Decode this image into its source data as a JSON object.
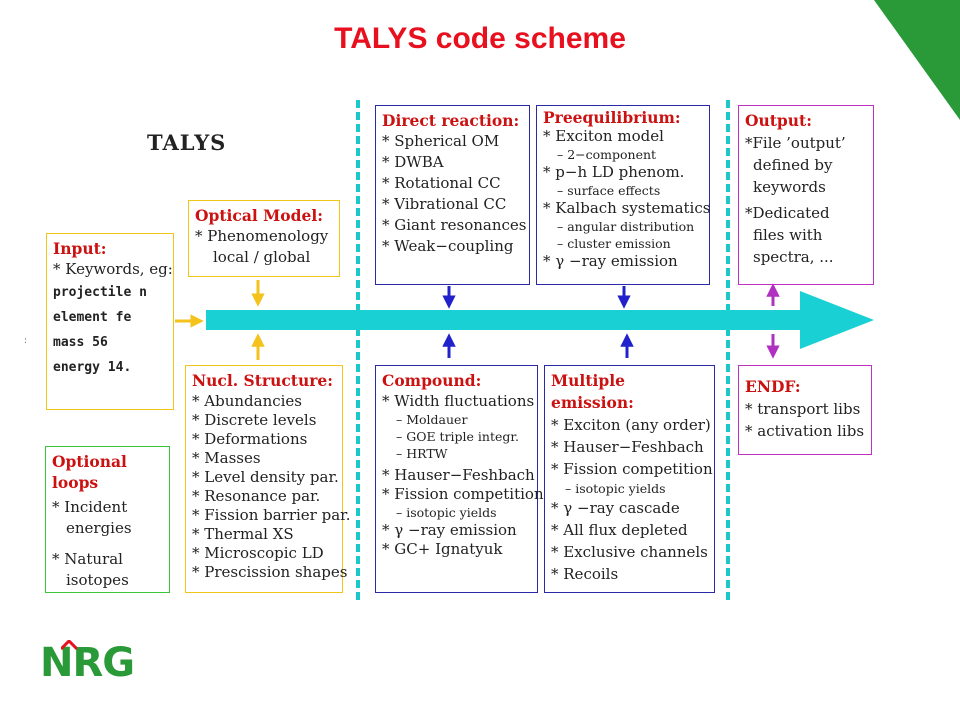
{
  "title": "TALYS code scheme",
  "program_label": "TALYS",
  "colors": {
    "title": "#e8101e",
    "flow_arrow": "#19d0d4",
    "head": "#cc1111",
    "corner": "#2a9a39",
    "logo": "#2a9a39"
  },
  "boxes": {
    "input": {
      "head": "Input:",
      "lines": [
        "* Keywords, eg:"
      ],
      "code": [
        "projectile n",
        "element fe",
        "mass 56",
        "energy 14."
      ]
    },
    "optical": {
      "head": "Optical Model:",
      "lines": [
        "* Phenomenology",
        "local / global"
      ]
    },
    "nucl": {
      "head": "Nucl. Structure:",
      "lines": [
        "* Abundancies",
        "* Discrete levels",
        "* Deformations",
        "* Masses",
        "* Level density par.",
        "* Resonance par.",
        "* Fission barrier par.",
        "* Thermal XS",
        "* Microscopic LD",
        "* Prescission shapes"
      ]
    },
    "loops": {
      "head": "Optional loops",
      "lines": [
        "* Incident",
        "energies",
        "* Natural",
        "isotopes"
      ]
    },
    "direct": {
      "head": "Direct reaction:",
      "lines": [
        "* Spherical OM",
        "* DWBA",
        "* Rotational CC",
        "* Vibrational CC",
        "* Giant resonances",
        "* Weak−coupling"
      ]
    },
    "preeq": {
      "head": "Preequilibrium:",
      "l1": "* Exciton model",
      "s1": "– 2−component",
      "l2": "* p−h LD phenom.",
      "s2": "– surface effects",
      "l3": "* Kalbach systematics",
      "s3": "– angular distribution",
      "s4": "– cluster emission",
      "l4": "* γ −ray emission"
    },
    "compound": {
      "head": "Compound:",
      "l1": "* Width fluctuations",
      "s1": "– Moldauer",
      "s2": "– GOE triple integr.",
      "s3": "– HRTW",
      "l2": "* Hauser−Feshbach",
      "l3": "* Fission competition",
      "s4": "– isotopic yields",
      "l4": "* γ −ray emission",
      "l5": "* GC+ Ignatyuk"
    },
    "multiple": {
      "head": "Multiple emission:",
      "l1": "* Exciton (any order)",
      "l2": "* Hauser−Feshbach",
      "l3": "* Fission competition",
      "s1": "– isotopic yields",
      "l4": "* γ −ray cascade",
      "l5": "* All flux depleted",
      "l6": "* Exclusive channels",
      "l7": "* Recoils"
    },
    "output": {
      "head": "Output:",
      "lines": [
        "*File ’output’",
        "defined by",
        "keywords",
        "*Dedicated",
        "files with",
        "spectra, ..."
      ]
    },
    "endf": {
      "head": "ENDF:",
      "lines": [
        "* transport libs",
        "* activation libs"
      ]
    }
  },
  "logo": {
    "text": "NRG"
  }
}
